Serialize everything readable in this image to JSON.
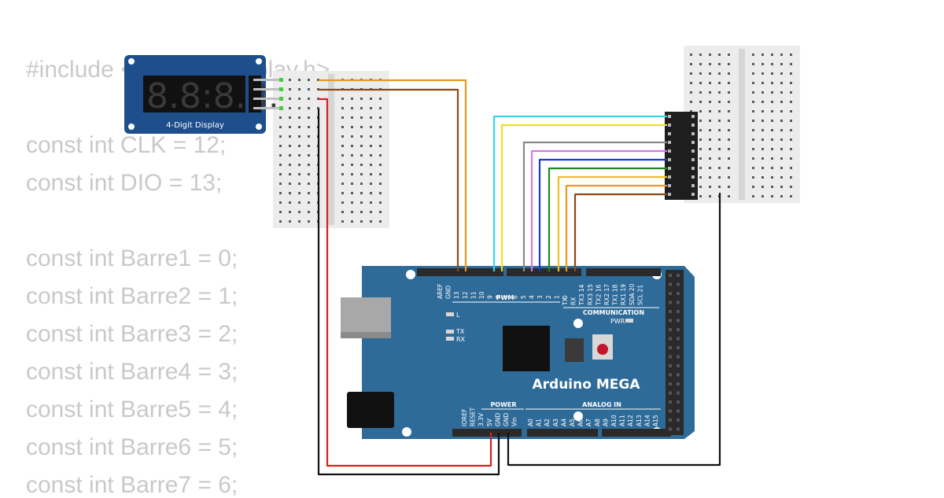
{
  "code": {
    "lines": [
      "#include <TM1637Display.h>",
      "const int CLK = 12;",
      "const int DIO = 13;",
      "const int Barre1 = 0;",
      "const int Barre2 = 1;",
      "const int Barre3 = 2;",
      "const int Barre4 = 3;",
      "const int Barre5 = 4;",
      "const int Barre6 = 5;",
      "const int Barre7 = 6;"
    ]
  },
  "display_module": {
    "digits": "8.8:8.8.",
    "label": "4-Digit Display",
    "color": "#1f4e8c"
  },
  "arduino": {
    "name": "Arduino MEGA",
    "color": "#2f6b99",
    "header_labels": {
      "pwm": "PWM",
      "communication": "COMMUNICATION",
      "power": "POWER",
      "analog_in": "ANALOG IN",
      "led_l": "L",
      "led_tx": "TX",
      "led_rx": "RX",
      "pwr": "PWR"
    },
    "top_pins": [
      "AREF",
      "GND",
      "13",
      "12",
      "11",
      "10",
      "9",
      "8",
      "7",
      "6",
      "5",
      "4",
      "3",
      "2",
      "1",
      "0"
    ],
    "comm_pins": [
      "TX",
      "RX",
      "TX3 14",
      "RX3 15",
      "TX2 16",
      "RX2 17",
      "TX1 18",
      "RX1 19",
      "SDA 20",
      "SCL 21"
    ],
    "power_pins": [
      "IOREF",
      "RESET",
      "3.3V",
      "5V",
      "GND",
      "GND",
      "Vin"
    ],
    "analog_pins": [
      "A0",
      "A1",
      "A2",
      "A3",
      "A4",
      "A5",
      "A6",
      "A7",
      "A8",
      "A9",
      "A10",
      "A11",
      "A12",
      "A13",
      "A14",
      "A15"
    ]
  },
  "wire_colors": {
    "power": "#d62020",
    "ground": "#111111",
    "clk": "#e89a1c",
    "dio": "#8a4b1a",
    "bar_wires": [
      "#38d6e8",
      "#f0e020",
      "#888888",
      "#d07ae0",
      "#1a3ad0",
      "#1d8a1d",
      "#f0c020",
      "#e89a1c",
      "#8a4b1a"
    ]
  }
}
